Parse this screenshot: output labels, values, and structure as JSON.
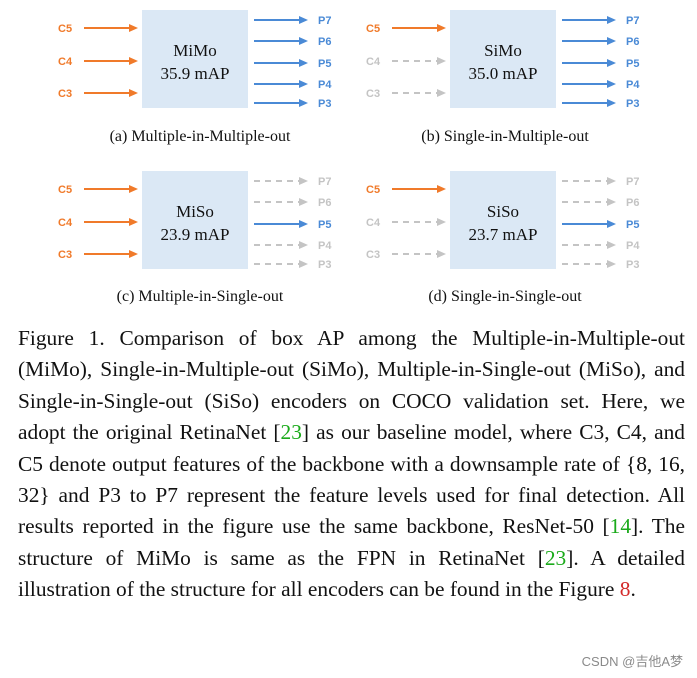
{
  "colors": {
    "active_input": "#f07a2a",
    "active_output": "#4a8ad6",
    "inactive": "#c4c4c4",
    "encoder_box": "#dbe8f5",
    "ref_green": "#1aaa1a",
    "ref_red": "#d42a2a"
  },
  "panels": [
    {
      "id": "mimo",
      "name": "MiMo",
      "score": "35.9 mAP",
      "caption": "(a) Multiple-in-Multiple-out",
      "inputs": [
        {
          "label": "C5",
          "active": true
        },
        {
          "label": "C4",
          "active": true
        },
        {
          "label": "C3",
          "active": true
        }
      ],
      "outputs": [
        {
          "label": "P7",
          "active": true
        },
        {
          "label": "P6",
          "active": true
        },
        {
          "label": "P5",
          "active": true
        },
        {
          "label": "P4",
          "active": true
        },
        {
          "label": "P3",
          "active": true
        }
      ]
    },
    {
      "id": "simo",
      "name": "SiMo",
      "score": "35.0 mAP",
      "caption": "(b) Single-in-Multiple-out",
      "inputs": [
        {
          "label": "C5",
          "active": true
        },
        {
          "label": "C4",
          "active": false
        },
        {
          "label": "C3",
          "active": false
        }
      ],
      "outputs": [
        {
          "label": "P7",
          "active": true
        },
        {
          "label": "P6",
          "active": true
        },
        {
          "label": "P5",
          "active": true
        },
        {
          "label": "P4",
          "active": true
        },
        {
          "label": "P3",
          "active": true
        }
      ]
    },
    {
      "id": "miso",
      "name": "MiSo",
      "score": "23.9 mAP",
      "caption": "(c) Multiple-in-Single-out",
      "inputs": [
        {
          "label": "C5",
          "active": true
        },
        {
          "label": "C4",
          "active": true
        },
        {
          "label": "C3",
          "active": true
        }
      ],
      "outputs": [
        {
          "label": "P7",
          "active": false
        },
        {
          "label": "P6",
          "active": false
        },
        {
          "label": "P5",
          "active": true
        },
        {
          "label": "P4",
          "active": false
        },
        {
          "label": "P3",
          "active": false
        }
      ]
    },
    {
      "id": "siso",
      "name": "SiSo",
      "score": "23.7 mAP",
      "caption": "(d) Single-in-Single-out",
      "inputs": [
        {
          "label": "C5",
          "active": true
        },
        {
          "label": "C4",
          "active": false
        },
        {
          "label": "C3",
          "active": false
        }
      ],
      "outputs": [
        {
          "label": "P7",
          "active": false
        },
        {
          "label": "P6",
          "active": false
        },
        {
          "label": "P5",
          "active": true
        },
        {
          "label": "P4",
          "active": false
        },
        {
          "label": "P3",
          "active": false
        }
      ]
    }
  ],
  "figure_caption": {
    "part1": "Figure 1. Comparison of box AP among the Multiple-in-Multiple-out (MiMo), Single-in-Multiple-out (SiMo), Multiple-in-Single-out (MiSo), and Single-in-Single-out (SiSo) encoders on COCO validation set. Here, we adopt the original RetinaNet [",
    "ref1": "23",
    "part2": "] as our baseline model, where C3, C4, and C5 denote output features of the backbone with a downsample rate of {8, 16, 32} and P3 to P7 represent the feature levels used for final detection. All results reported in the figure use the same backbone, ResNet-50 [",
    "ref2": "14",
    "part3": "]. The structure of MiMo is same as the FPN in RetinaNet [",
    "ref3": "23",
    "part4": "]. A detailed illustration of the structure for all encoders can be found in the Figure ",
    "ref4": "8",
    "part5": "."
  },
  "watermark": "CSDN @吉他A梦"
}
